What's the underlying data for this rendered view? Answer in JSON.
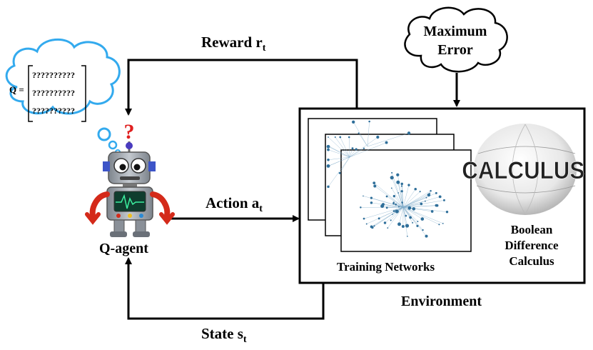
{
  "labels": {
    "reward": "Reward r",
    "reward_sub": "t",
    "action": "Action a",
    "action_sub": "t",
    "state": "State s",
    "state_sub": "t",
    "agent": "Q-agent",
    "environment": "Environment",
    "training_networks": "Training Networks",
    "bdc_line1": "Boolean",
    "bdc_line2": "Difference",
    "bdc_line3": "Calculus",
    "max_error_line1": "Maximum",
    "max_error_line2": "Error",
    "q_label": "Q =",
    "matrix_row1": "??????????",
    "matrix_row2": "??????????",
    "matrix_row3": "??????????",
    "question_mark": "?",
    "calculus_word": "CALCULUS"
  },
  "colors": {
    "cloud_q_stroke": "#33aaee",
    "question_mark": "#e02020",
    "robot_body": "#9aa0a8",
    "robot_arm": "#d42a1a",
    "network_node": "#2f6f9a",
    "network_edge": "#7eaac8"
  },
  "icons": [
    "robot-agent-icon",
    "thought-cloud-icon",
    "network-graph-icon",
    "calculus-sphere-icon",
    "max-error-cloud-icon"
  ]
}
